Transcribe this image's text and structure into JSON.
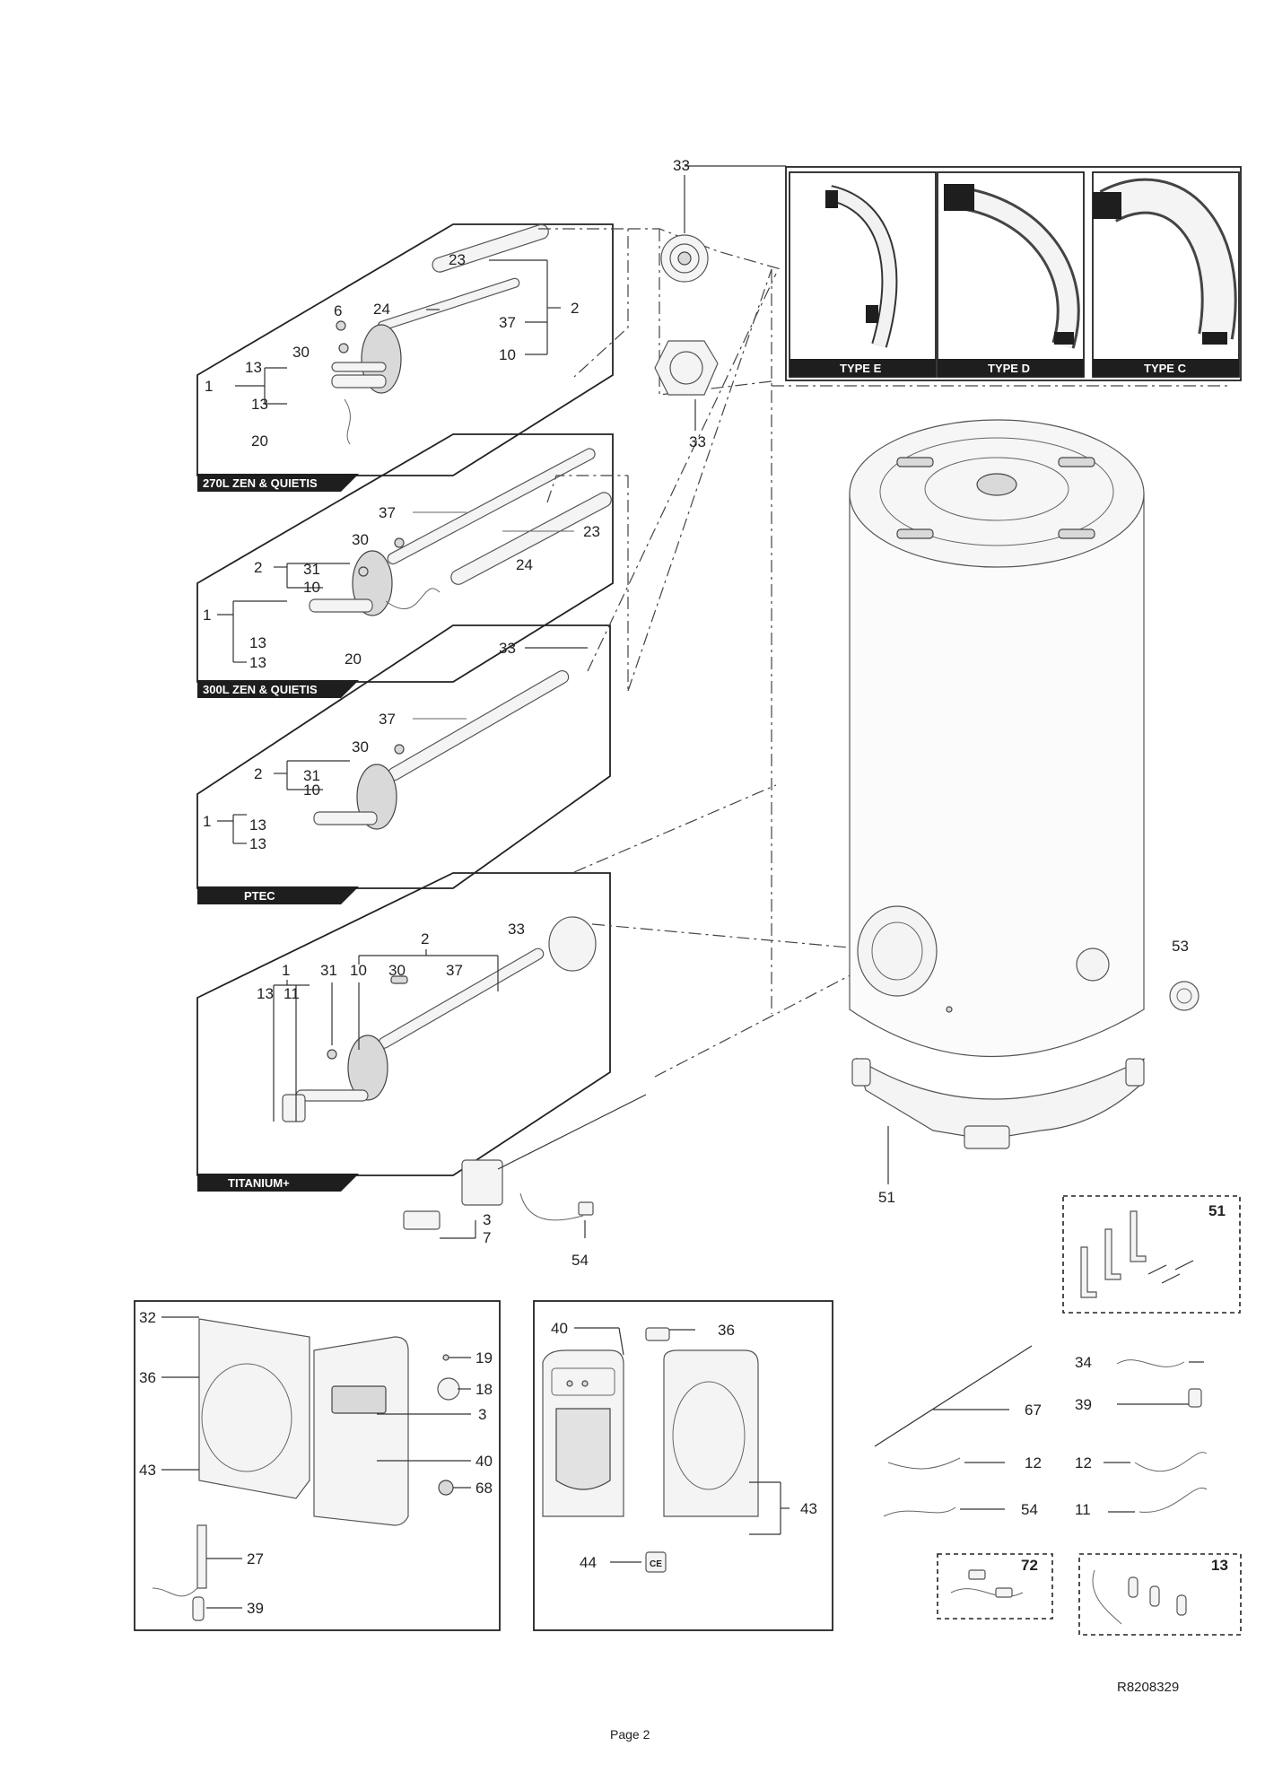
{
  "sections": {
    "zen270": {
      "band": "270L ZEN & QUIETIS",
      "labels": [
        "23",
        "6",
        "24",
        "2",
        "37",
        "30",
        "10",
        "13",
        "1",
        "13",
        "20"
      ]
    },
    "zen300": {
      "band": "300L ZEN & QUIETIS",
      "labels": [
        "37",
        "30",
        "23",
        "2",
        "31",
        "10",
        "24",
        "1",
        "13",
        "13",
        "20"
      ]
    },
    "ptec": {
      "band": "PTEC",
      "labels": [
        "33",
        "37",
        "30",
        "2",
        "31",
        "10",
        "1",
        "13",
        "13"
      ]
    },
    "titanium": {
      "band": "TITANIUM+",
      "labels": [
        "2",
        "33",
        "1",
        "31",
        "10",
        "30",
        "37",
        "13",
        "11"
      ]
    }
  },
  "flanges": {
    "top_label": "33",
    "bottom_label": "33"
  },
  "types": [
    "TYPE E",
    "TYPE D",
    "TYPE C"
  ],
  "tank": {
    "labels": [
      "53",
      "51"
    ]
  },
  "thermostat": {
    "labels": [
      "3",
      "7",
      "54"
    ]
  },
  "kit51": {
    "label": "51"
  },
  "panel_left": {
    "labels": [
      "32",
      "36",
      "43",
      "19",
      "18",
      "3",
      "40",
      "68",
      "27",
      "39"
    ]
  },
  "panel_mid": {
    "labels": [
      "40",
      "36",
      "43",
      "44"
    ]
  },
  "small_parts": {
    "labels": [
      "34",
      "39",
      "67",
      "12",
      "12",
      "54",
      "11"
    ]
  },
  "kit72": {
    "label": "72"
  },
  "kit13": {
    "label": "13"
  },
  "reference": "R8208329",
  "page": "Page 2"
}
